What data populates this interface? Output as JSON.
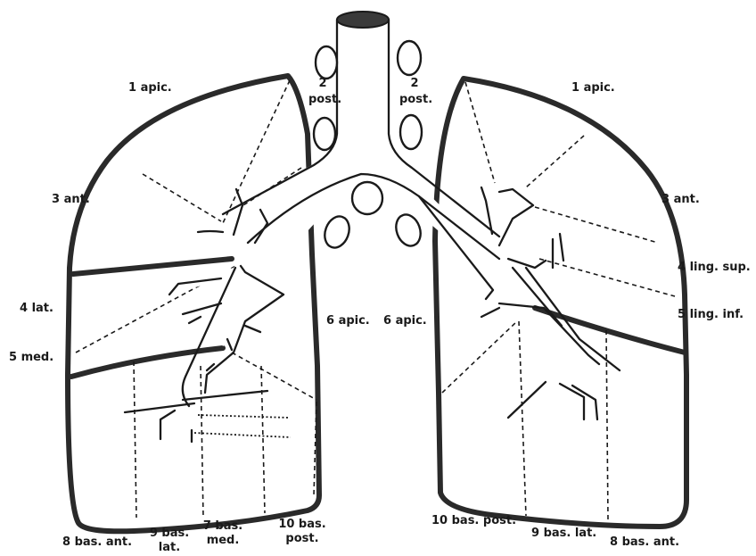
{
  "labels": {
    "right": {
      "apic": "1 apic.",
      "post_num": "2",
      "post_word": "post.",
      "ant": "3 ant.",
      "lat": "4 lat.",
      "med": "5 med.",
      "apic6": "6 apic.",
      "bas_ant": "8 bas. ant.",
      "bas_lat_a": "9 bas.",
      "bas_lat_b": "lat.",
      "bas_med_a": "7 bas.",
      "bas_med_b": "med.",
      "bas_post_a": "10 bas.",
      "bas_post_b": "post."
    },
    "left": {
      "apic": "1 apic.",
      "post_num": "2",
      "post_word": "post.",
      "ant": "3 ant.",
      "ling_sup": "4 ling. sup.",
      "ling_inf": "5 ling. inf.",
      "apic6": "6 apic.",
      "bas_post": "10 bas. post.",
      "bas_lat": "9 bas. lat.",
      "bas_ant": "8 bas. ant."
    }
  }
}
